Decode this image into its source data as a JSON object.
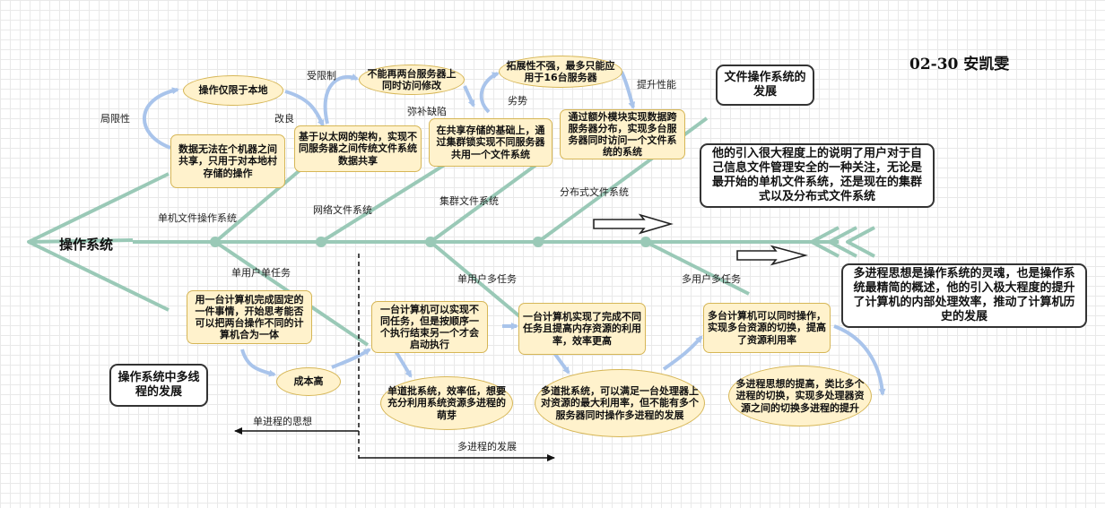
{
  "colors": {
    "spine": "#9ac9b7",
    "arrow_blue": "#a9c4eb",
    "box_fill": "#fff2cc",
    "box_border": "#d6b656"
  },
  "title": "02-30 安凯雯",
  "head_label": "操作系统",
  "upper_branch_labels": [
    "单机文件操作系统",
    "网络文件系统",
    "集群文件系统",
    "分布式文件系统"
  ],
  "lower_branch_labels": [
    "单用户单任务",
    "单用户多任务",
    "多用户多任务"
  ],
  "edge_labels": [
    "局限性",
    "改良",
    "受限制",
    "弥补缺陷",
    "劣势",
    "提升性能"
  ],
  "upper_boxes": [
    "操作仅限于本地",
    "数据无法在个机器之间共享，只用于对本地村存储的操作",
    "基于以太网的架构，实现不同服务器之间传统文件系统数据共享",
    "不能再两台服务器上同时访问修改",
    "在共享存储的基础上，通过集群锁实现不同服务器共用一个文件系统",
    "拓展性不强，最多只能应用于16台服务器",
    "通过额外模块实现数据跨服务器分布，实现多台服务器同时访问一个文件系统的系统"
  ],
  "lower_boxes": [
    "用一台计算机完成固定的一件事情，开始思考能否可以把两台操作不同的计算机合为一体",
    "成本高",
    "一台计算机可以实现不同任务，但是按顺序一个执行结束另一个才会启动执行",
    "单道批系统，效率低，想要充分利用系统资源多进程的萌芽",
    "一台计算机实现了完成不同任务且提高内存资源的利用率，效率更高",
    "多道批系统，可以满足一台处理器上对资源的最大利用率，但不能有多个服务器同时操作多进程的发展",
    "多台计算机可以同时操作，实现多台资源的切换，提高了资源利用率",
    "多进程思想的提高，类比多个进程的切换，实现多处理器资源之间的切换多进程的提升"
  ],
  "notes": [
    "文件操作系统的发展",
    "他的引入很大程度上的说明了用户对于自己信息文件管理安全的一种关注，无论是最开始的单机文件系统，还是现在的集群式以及分布式文件系统",
    "多进程思想是操作系统的灵魂，也是操作系统最精简的概述，他的引入极大程度的提升了计算机的内部处理效率，推动了计算机历史的发展",
    "操作系统中多线程的发展"
  ],
  "timeline": {
    "left": "单进程的思想",
    "right": "多进程的发展"
  }
}
